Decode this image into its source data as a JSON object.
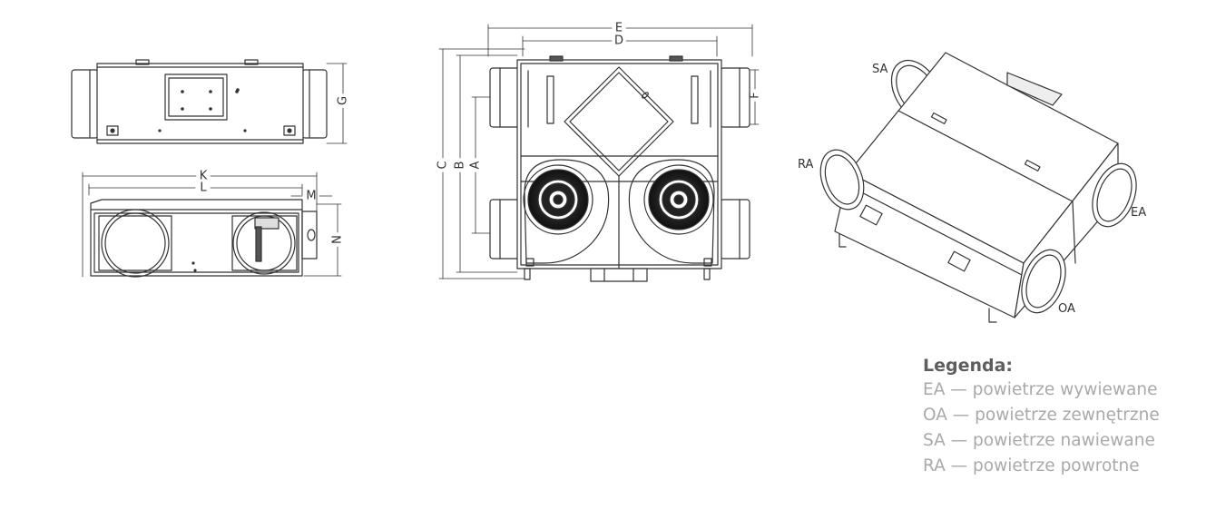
{
  "front_view": {
    "dim_g": "G"
  },
  "side_view": {
    "dim_k": "K",
    "dim_l": "L",
    "dim_m": "M",
    "dim_n": "N"
  },
  "top_view": {
    "dim_e": "E",
    "dim_d": "D",
    "dim_c": "C",
    "dim_b": "B",
    "dim_a": "A",
    "dim_f": "F"
  },
  "iso_view": {
    "sa": "SA",
    "ra": "RA",
    "ea": "EA",
    "oa": "OA"
  },
  "legend": {
    "title": "Legenda:",
    "items": [
      "EA — powietrze wywiewane",
      "OA — powietrze zewnętrzne",
      "SA — powietrze nawiewane",
      "RA — powietrze powrotne"
    ]
  }
}
